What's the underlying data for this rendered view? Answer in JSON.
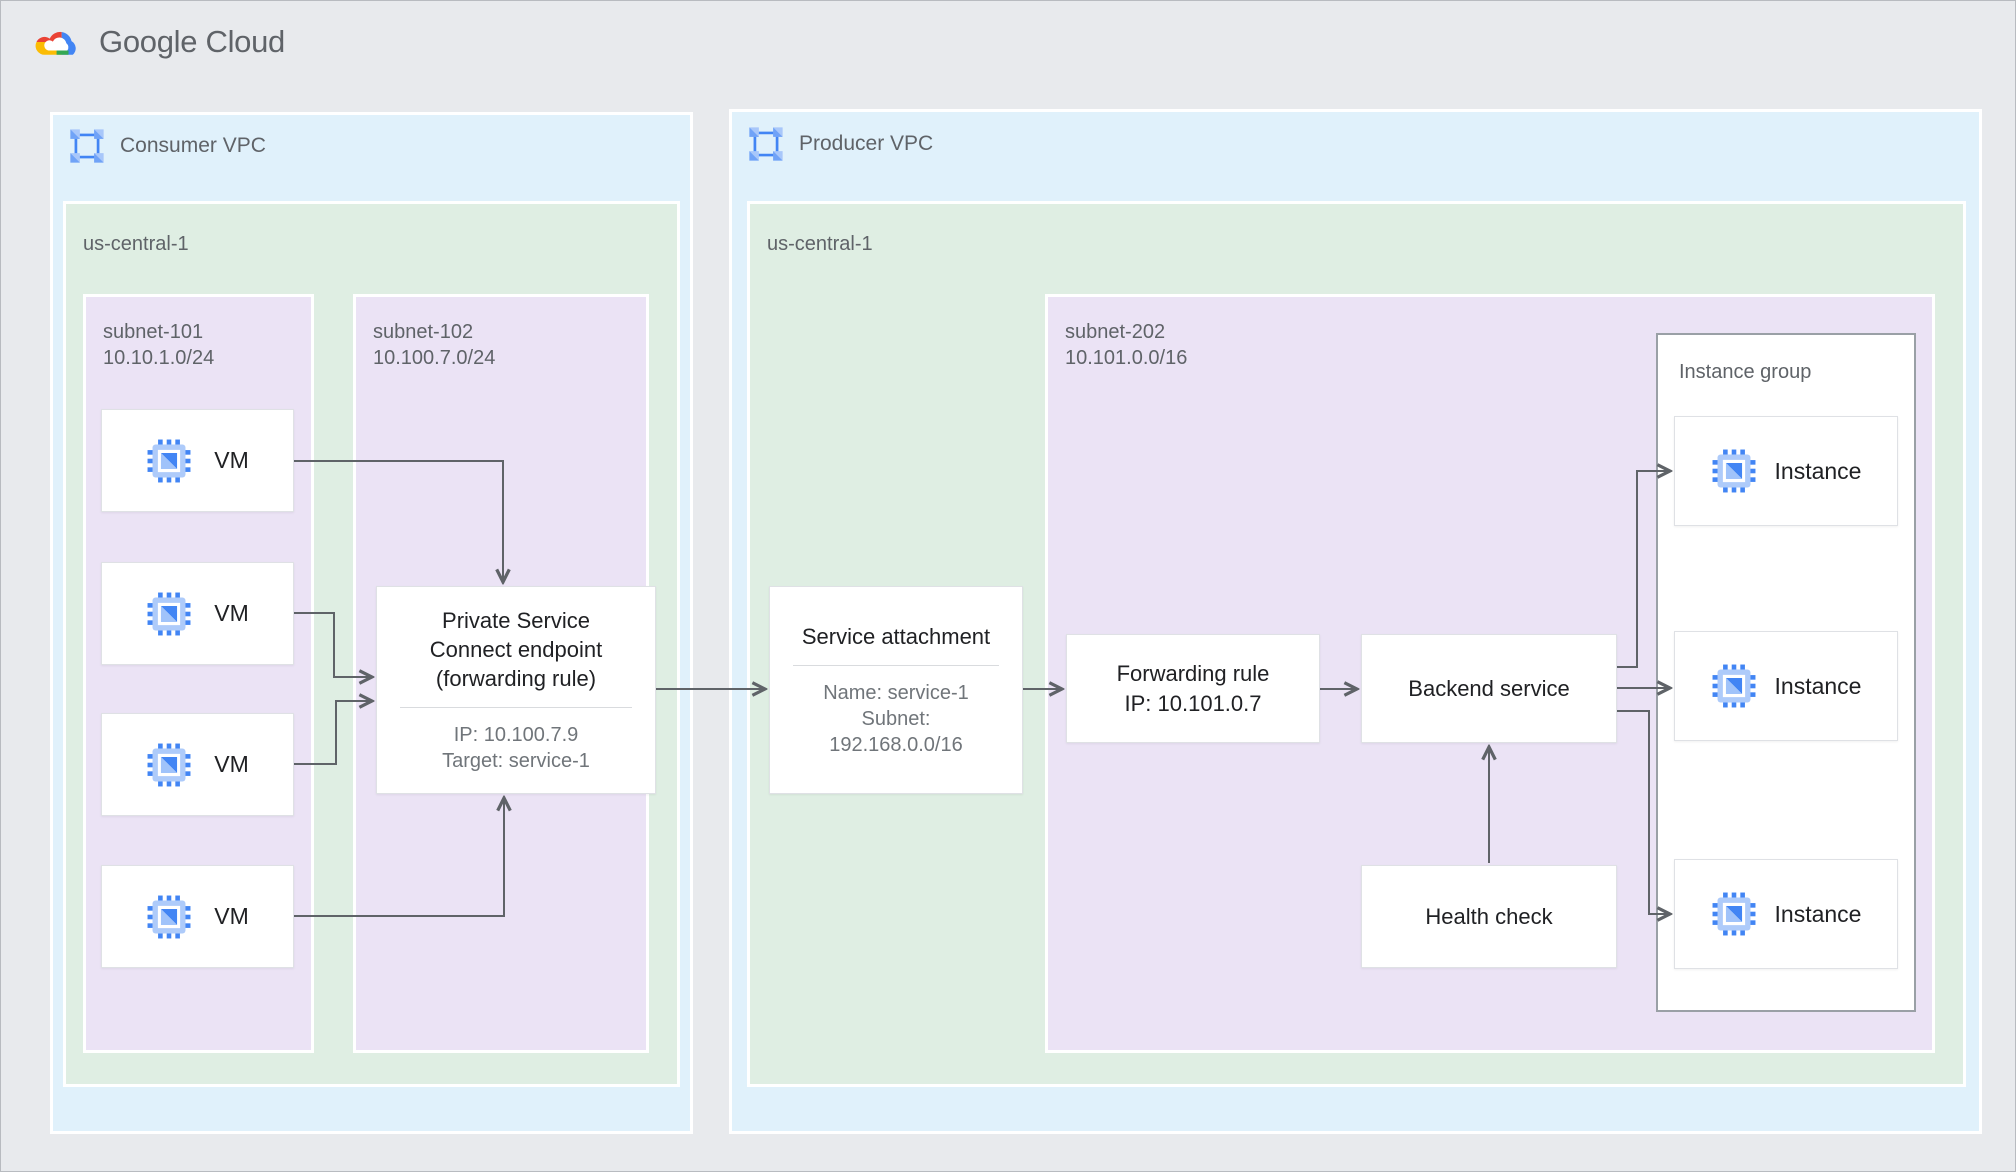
{
  "logo": {
    "brand": "Google",
    "product": "Cloud"
  },
  "colors": {
    "page_bg": "#E8EAED",
    "vpc_bg": "#E0F1FB",
    "region_bg": "#DFEEE3",
    "subnet_bg": "#EBE3F5",
    "connector": "#5F6368",
    "google_blue": "#4285F4",
    "google_blue_light": "#AECBFA",
    "google_red": "#EA4335",
    "google_yellow": "#FBBC04",
    "google_green": "#34A853",
    "title_text": "#202124",
    "muted_text": "#5F6368"
  },
  "consumer": {
    "title": "Consumer VPC",
    "region": "us-central-1",
    "subnet101": {
      "name": "subnet-101",
      "cidr": "10.10.1.0/24"
    },
    "subnet102": {
      "name": "subnet-102",
      "cidr": "10.100.7.0/24"
    },
    "vms": [
      {
        "label": "VM"
      },
      {
        "label": "VM"
      },
      {
        "label": "VM"
      },
      {
        "label": "VM"
      }
    ],
    "psc_endpoint": {
      "title": "Private Service Connect endpoint (forwarding rule)",
      "ip": "IP: 10.100.7.9",
      "target": "Target: service-1"
    }
  },
  "producer": {
    "title": "Producer VPC",
    "region": "us-central-1",
    "subnet202": {
      "name": "subnet-202",
      "cidr": "10.101.0.0/16"
    },
    "service_attachment": {
      "title": "Service attachment",
      "name": "Name: service-1",
      "subnet_label": "Subnet:",
      "subnet_cidr": "192.168.0.0/16"
    },
    "forwarding_rule": {
      "title": "Forwarding rule",
      "ip": "IP: 10.101.0.7"
    },
    "backend_service": {
      "title": "Backend service"
    },
    "health_check": {
      "title": "Health check"
    },
    "instance_group": {
      "title": "Instance group",
      "instances": [
        {
          "label": "Instance"
        },
        {
          "label": "Instance"
        },
        {
          "label": "Instance"
        }
      ]
    }
  }
}
